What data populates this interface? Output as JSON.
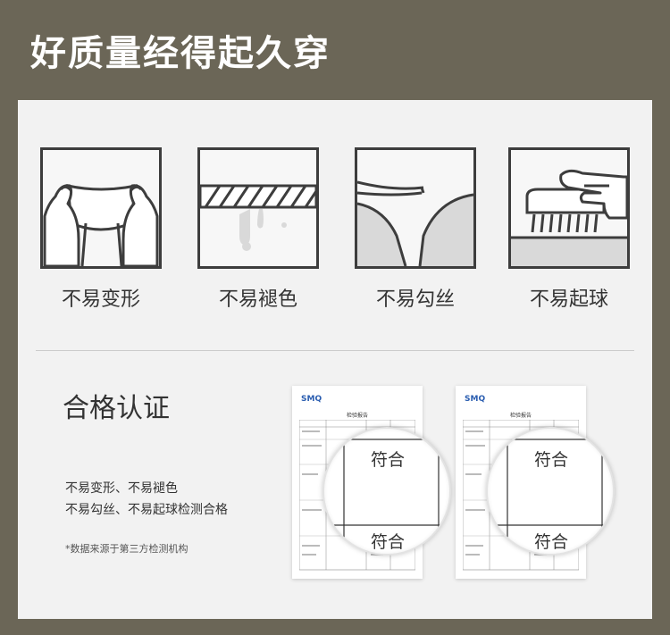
{
  "header": {
    "title": "好质量经得起久穿"
  },
  "features": [
    {
      "icon": "stretch-fabric-icon",
      "label": "不易变形"
    },
    {
      "icon": "wringing-rope-icon",
      "label": "不易褪色"
    },
    {
      "icon": "fabric-snag-icon",
      "label": "不易勾丝"
    },
    {
      "icon": "brush-pilling-icon",
      "label": "不易起球"
    }
  ],
  "certification": {
    "title": "合格认证",
    "lines": [
      "不易变形、不易褪色",
      "不易勾丝、不易起球检测合格"
    ],
    "note": "*数据来源于第三方检测机构"
  },
  "reports": [
    {
      "brand": "SMQ",
      "heading": "检验报告",
      "magnified": [
        "符合",
        "符合"
      ]
    },
    {
      "brand": "SMQ",
      "heading": "检验报告",
      "magnified": [
        "符合",
        "符合"
      ]
    }
  ],
  "colors": {
    "header_bg": "#6b6657",
    "panel_bg": "#f2f2f2",
    "icon_stroke": "#3d3d3d",
    "brand_blue": "#2a5db0"
  }
}
